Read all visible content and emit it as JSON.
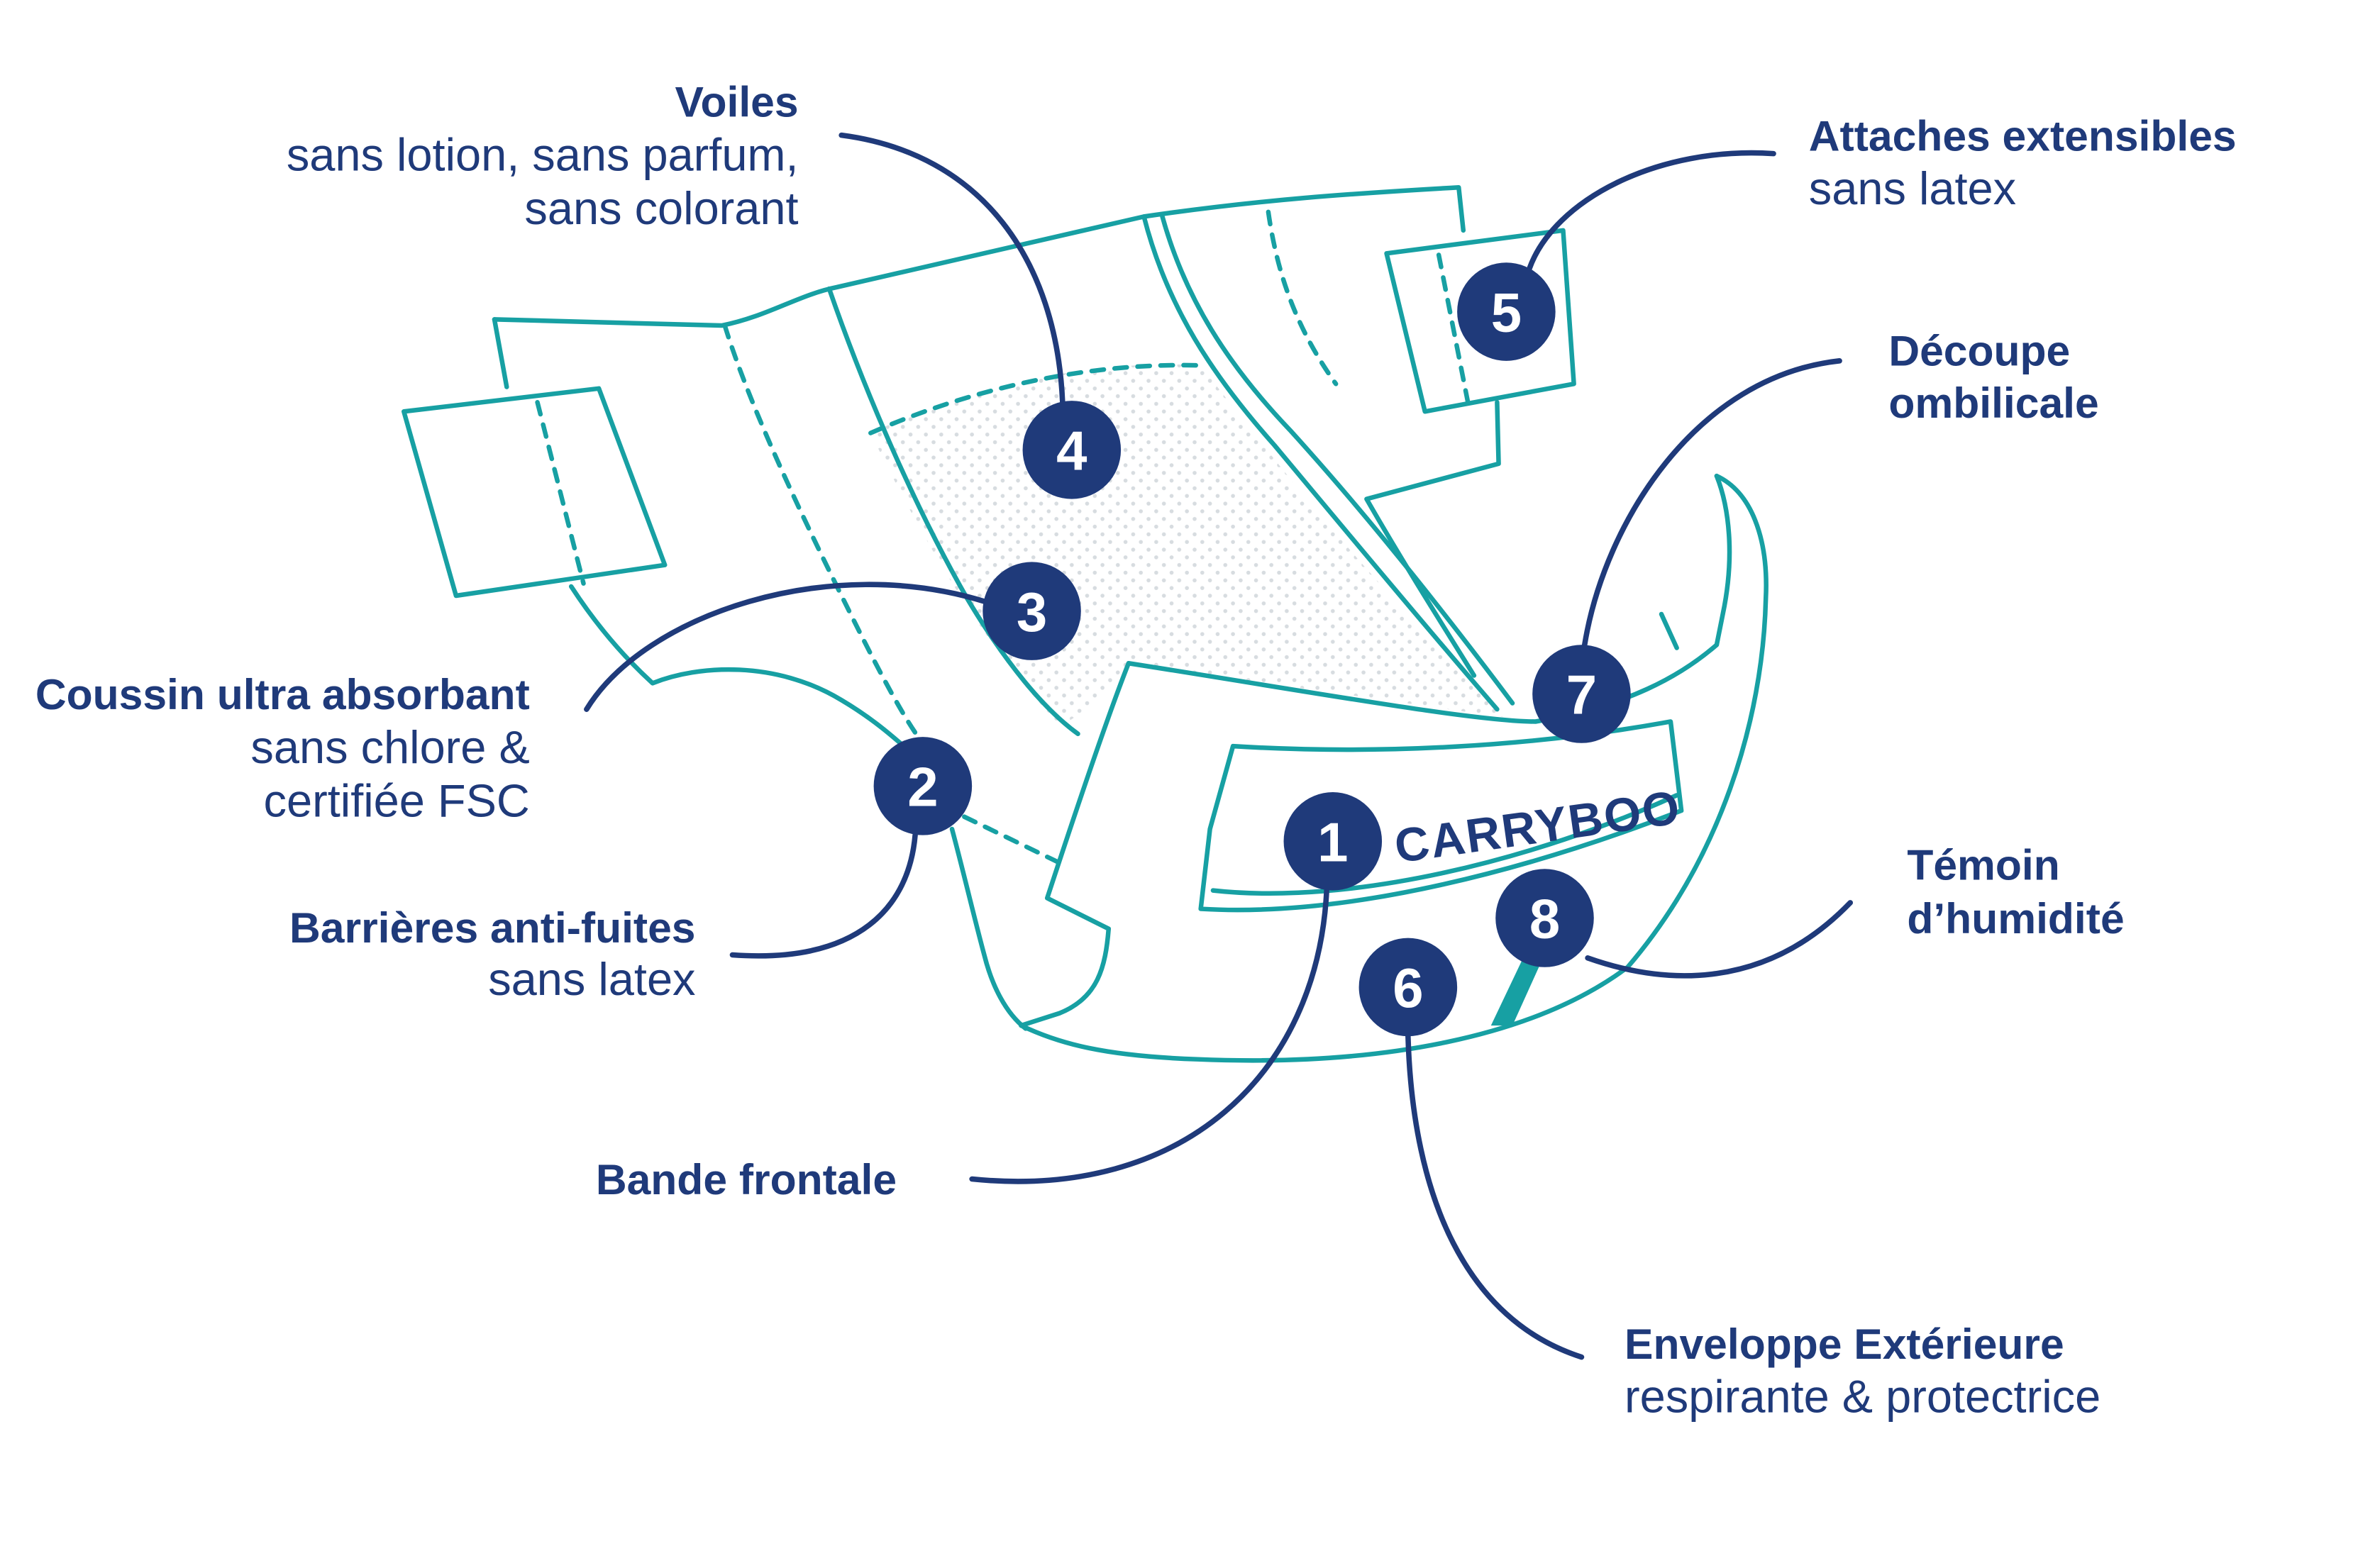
{
  "colors": {
    "navy": "#1f3a7a",
    "teal": "#17a0a3"
  },
  "logo": "CARRYBOO",
  "callouts": [
    {
      "number": "1",
      "title": [
        "Bande frontale"
      ],
      "details": []
    },
    {
      "number": "2",
      "title": [
        "Barrières anti-fuites"
      ],
      "details": [
        "sans latex"
      ]
    },
    {
      "number": "3",
      "title": [
        "Coussin ultra absorbant"
      ],
      "details": [
        "sans chlore &",
        "certifiée FSC"
      ]
    },
    {
      "number": "4",
      "title": [
        "Voiles"
      ],
      "details": [
        "sans lotion, sans parfum,",
        "sans colorant"
      ]
    },
    {
      "number": "5",
      "title": [
        "Attaches extensibles"
      ],
      "details": [
        "sans latex"
      ]
    },
    {
      "number": "6",
      "title": [
        "Enveloppe Extérieure"
      ],
      "details": [
        "respirante & protectrice"
      ]
    },
    {
      "number": "7",
      "title": [
        "Découpe",
        "ombilicale"
      ],
      "details": []
    },
    {
      "number": "8",
      "title": [
        "Témoin",
        "d’humidité"
      ],
      "details": []
    }
  ]
}
